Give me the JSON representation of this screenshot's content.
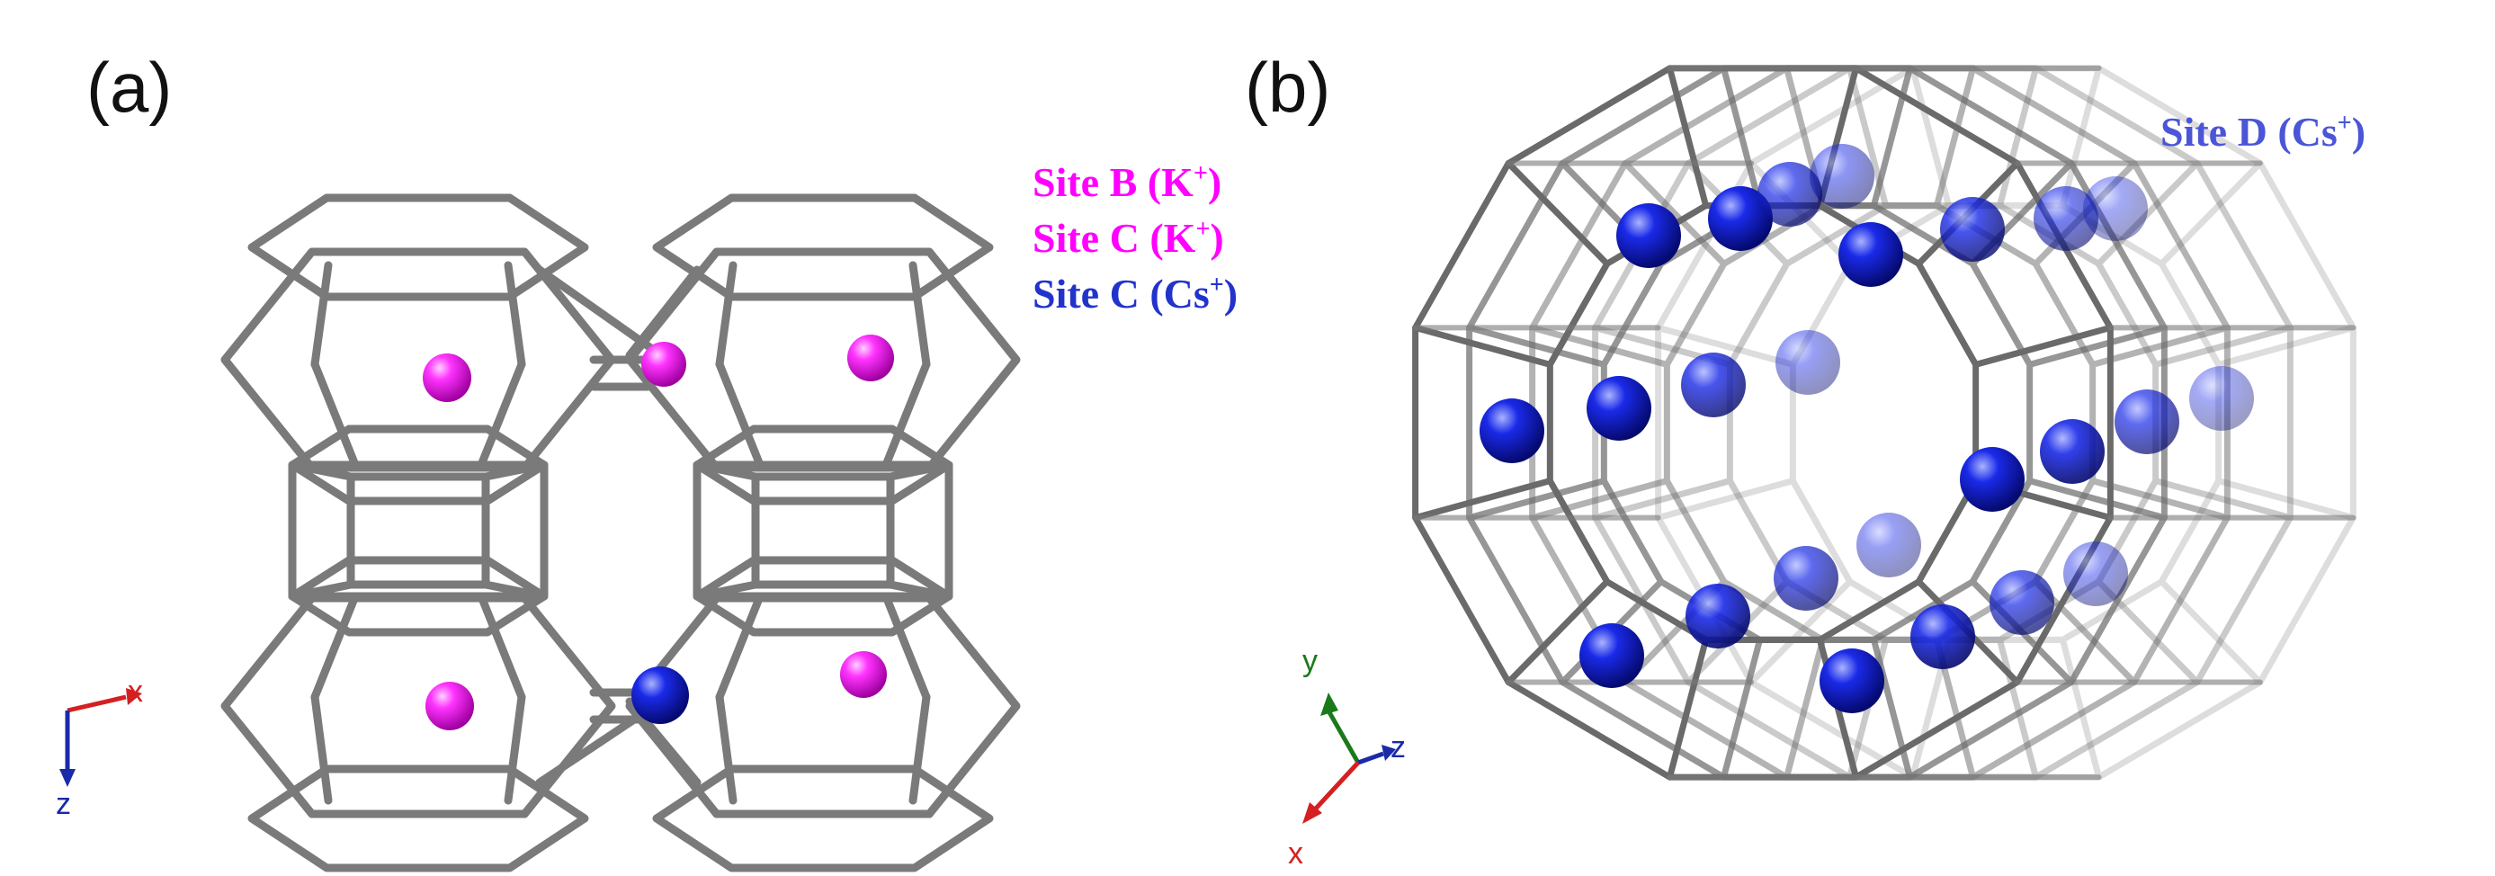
{
  "panels": [
    {
      "label": "(a)",
      "legend": [
        {
          "site": "Site B",
          "ion": "K",
          "charge": "+",
          "color": "#ff00ff"
        },
        {
          "site": "Site C",
          "ion": "K",
          "charge": "+",
          "color": "#ff00ff"
        },
        {
          "site": "Site C",
          "ion": "Cs",
          "charge": "+",
          "color": "#2233cc"
        }
      ],
      "axes": {
        "x": "x",
        "z": "z"
      }
    },
    {
      "label": "(b)",
      "legend": [
        {
          "site": "Site D",
          "ion": "Cs",
          "charge": "+",
          "color": "#4a55d8"
        }
      ],
      "axes": {
        "x": "x",
        "y": "y",
        "z": "z"
      }
    }
  ],
  "colors": {
    "framework": "#777777",
    "k_ion": "#ff00ff",
    "cs_ion": "#1020d0",
    "axis_x": "#d42020",
    "axis_y": "#1a7a1a",
    "axis_z": "#1a2aa8"
  }
}
